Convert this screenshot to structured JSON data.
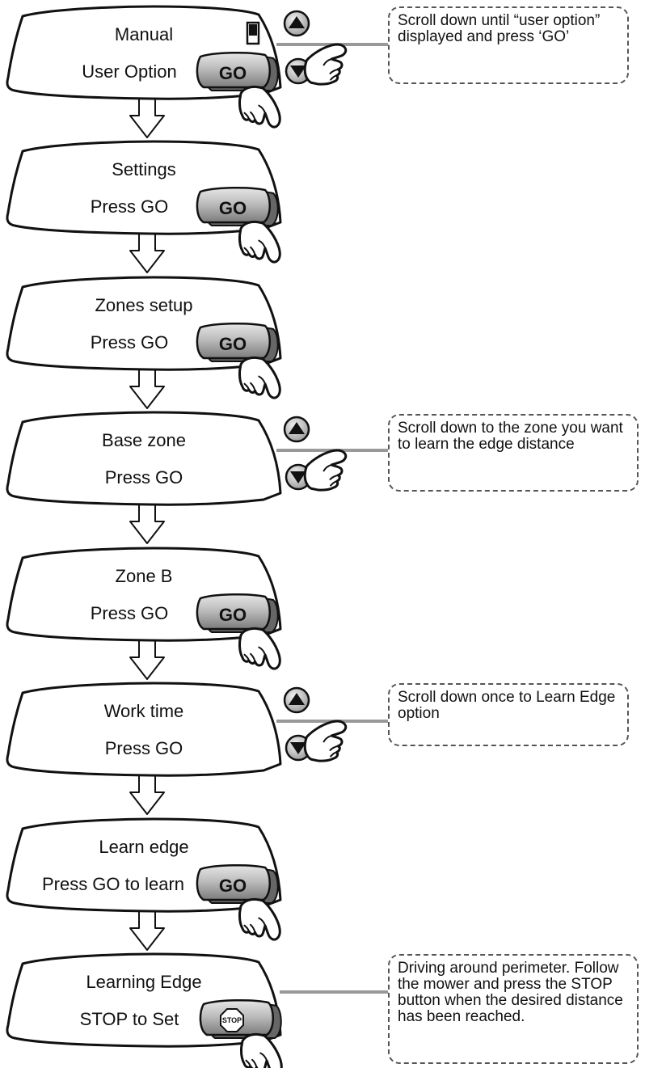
{
  "steps": [
    {
      "line1": "Manual",
      "line2": "User Option",
      "control": "go",
      "scroll_buttons": true,
      "battery_icon": true
    },
    {
      "line1": "Settings",
      "line2": "Press GO",
      "control": "go",
      "scroll_buttons": false
    },
    {
      "line1": "Zones setup",
      "line2": "Press GO",
      "control": "go",
      "scroll_buttons": false
    },
    {
      "line1": "Base zone",
      "line2": "Press GO",
      "control": "none",
      "scroll_buttons": true
    },
    {
      "line1": "Zone B",
      "line2": "Press GO",
      "control": "go",
      "scroll_buttons": false
    },
    {
      "line1": "Work time",
      "line2": "Press GO",
      "control": "none",
      "scroll_buttons": true
    },
    {
      "line1": "Learn edge",
      "line2": "Press GO to learn",
      "control": "go",
      "scroll_buttons": false
    },
    {
      "line1": "Learning Edge",
      "line2": "STOP to Set",
      "control": "stop",
      "scroll_buttons": false
    }
  ],
  "buttons": {
    "go_label": "GO",
    "stop_label": "STOP"
  },
  "notes": [
    {
      "step": 0,
      "text": "Scroll down until “user option” displayed and press ‘GO’"
    },
    {
      "step": 3,
      "text": "Scroll down to the zone you want to learn the edge distance"
    },
    {
      "step": 5,
      "text": "Scroll down once to Learn Edge option"
    },
    {
      "step": 7,
      "text": "Driving around perimeter. Follow the mower and press the STOP button when the desired distance has been reached."
    }
  ],
  "icons": {
    "up": "up-arrow-icon",
    "down": "down-arrow-icon",
    "hand": "pointing-hand-icon",
    "battery": "battery-icon",
    "flow": "down-flow-arrow-icon"
  },
  "colors": {
    "ink": "#111111",
    "button_fill": "#9a9a9a",
    "connector": "#999999",
    "note_border": "#555555"
  }
}
